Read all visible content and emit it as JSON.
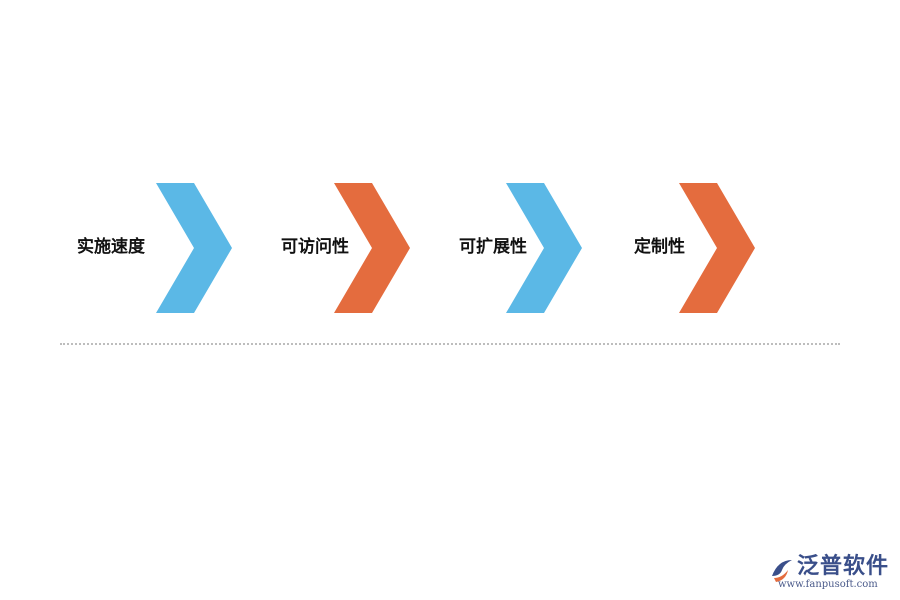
{
  "steps": [
    {
      "label": "实施速度",
      "color": "#5bb8e6"
    },
    {
      "label": "可访问性",
      "color": "#e46c3e"
    },
    {
      "label": "可扩展性",
      "color": "#5bb8e6"
    },
    {
      "label": "定制性",
      "color": "#e46c3e"
    }
  ],
  "logo": {
    "name": "泛普软件",
    "url": "www.fanpusoft.com",
    "primary_color": "#3a4f8a",
    "accent_color": "#e46c3e"
  }
}
